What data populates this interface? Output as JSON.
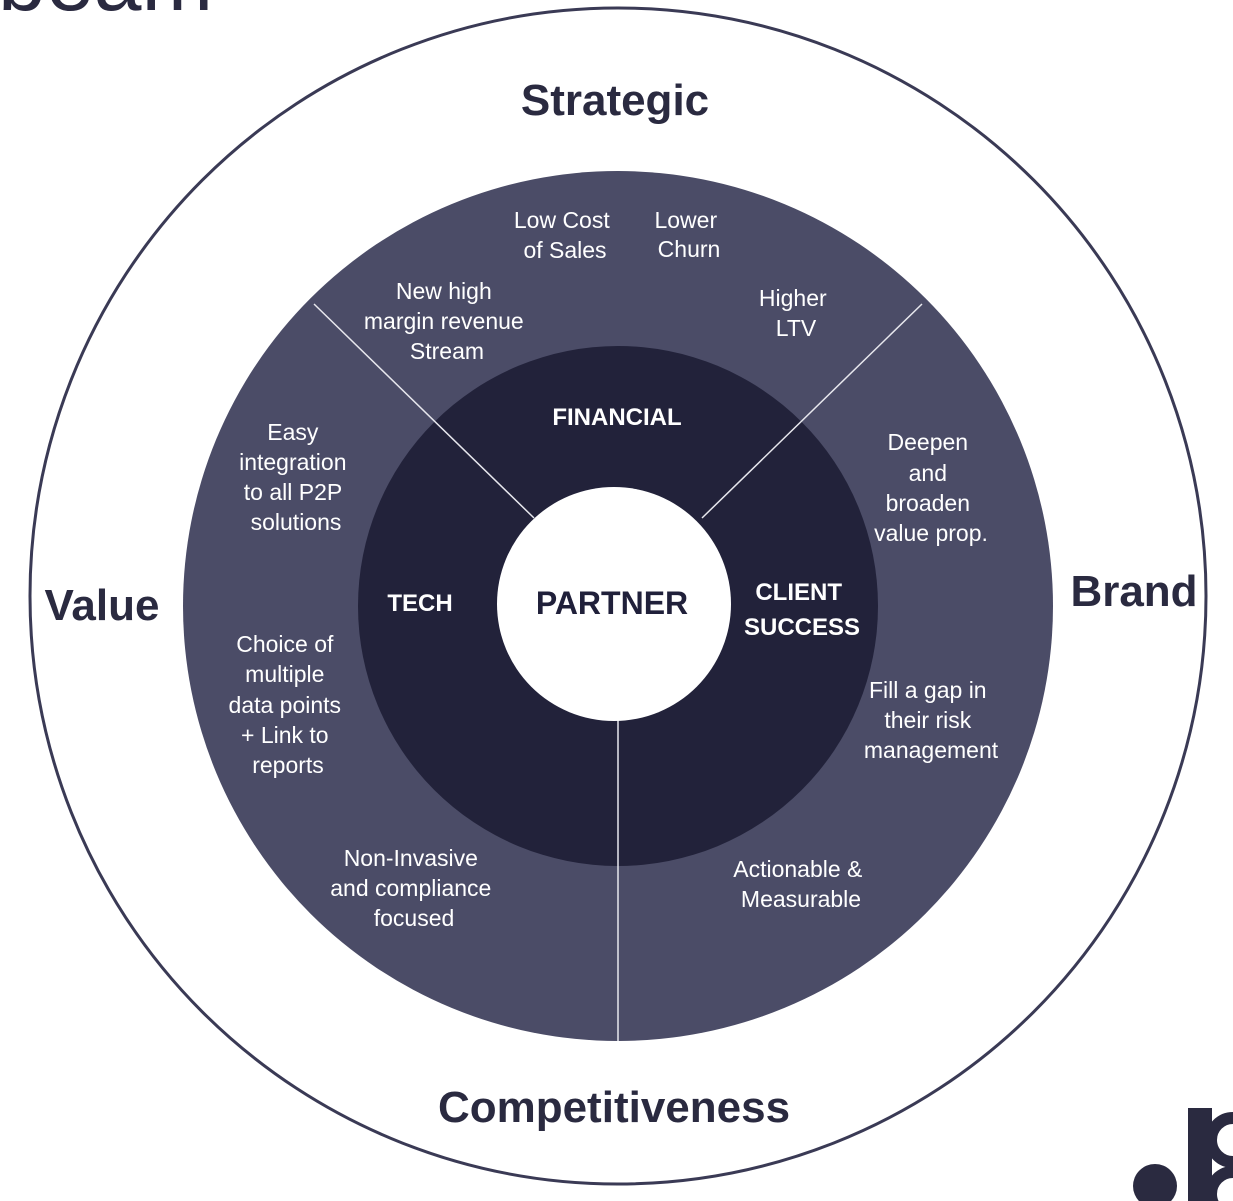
{
  "colors": {
    "outer_ring_stroke": "#3a3a55",
    "middle_ring": "#4b4c67",
    "inner_ring": "#22223a",
    "center": "#ffffff",
    "divider": "#e8e8ee",
    "text_dark": "#2a2a40",
    "text_light": "#ffffff"
  },
  "logo": {
    "top_text": "beam"
  },
  "diagram": {
    "center": "PARTNER",
    "categories": {
      "financial": "FINANCIAL",
      "tech": "TECH",
      "client_success": [
        "CLIENT",
        "SUCCESS"
      ]
    },
    "outer_labels": {
      "top": "Strategic",
      "left": "Value",
      "right": "Brand",
      "bottom": "Competitiveness"
    },
    "benefits": {
      "low_cost": [
        "Low Cost",
        "of Sales"
      ],
      "lower_churn": [
        "Lower",
        "Churn"
      ],
      "new_revenue": [
        "New high",
        "margin revenue",
        "Stream"
      ],
      "higher_ltv": [
        "Higher",
        "LTV"
      ],
      "easy_integration": [
        "Easy",
        "integration",
        "to all P2P",
        "solutions"
      ],
      "deepen": [
        "Deepen",
        "and",
        "broaden",
        "value prop."
      ],
      "choice": [
        "Choice of",
        "multiple",
        "data points",
        "+ Link to",
        "reports"
      ],
      "fill_gap": [
        "Fill a gap in",
        "their risk",
        "management"
      ],
      "non_invasive": [
        "Non-Invasive",
        "and compliance",
        "focused"
      ],
      "actionable": [
        "Actionable &",
        "Measurable"
      ]
    }
  }
}
